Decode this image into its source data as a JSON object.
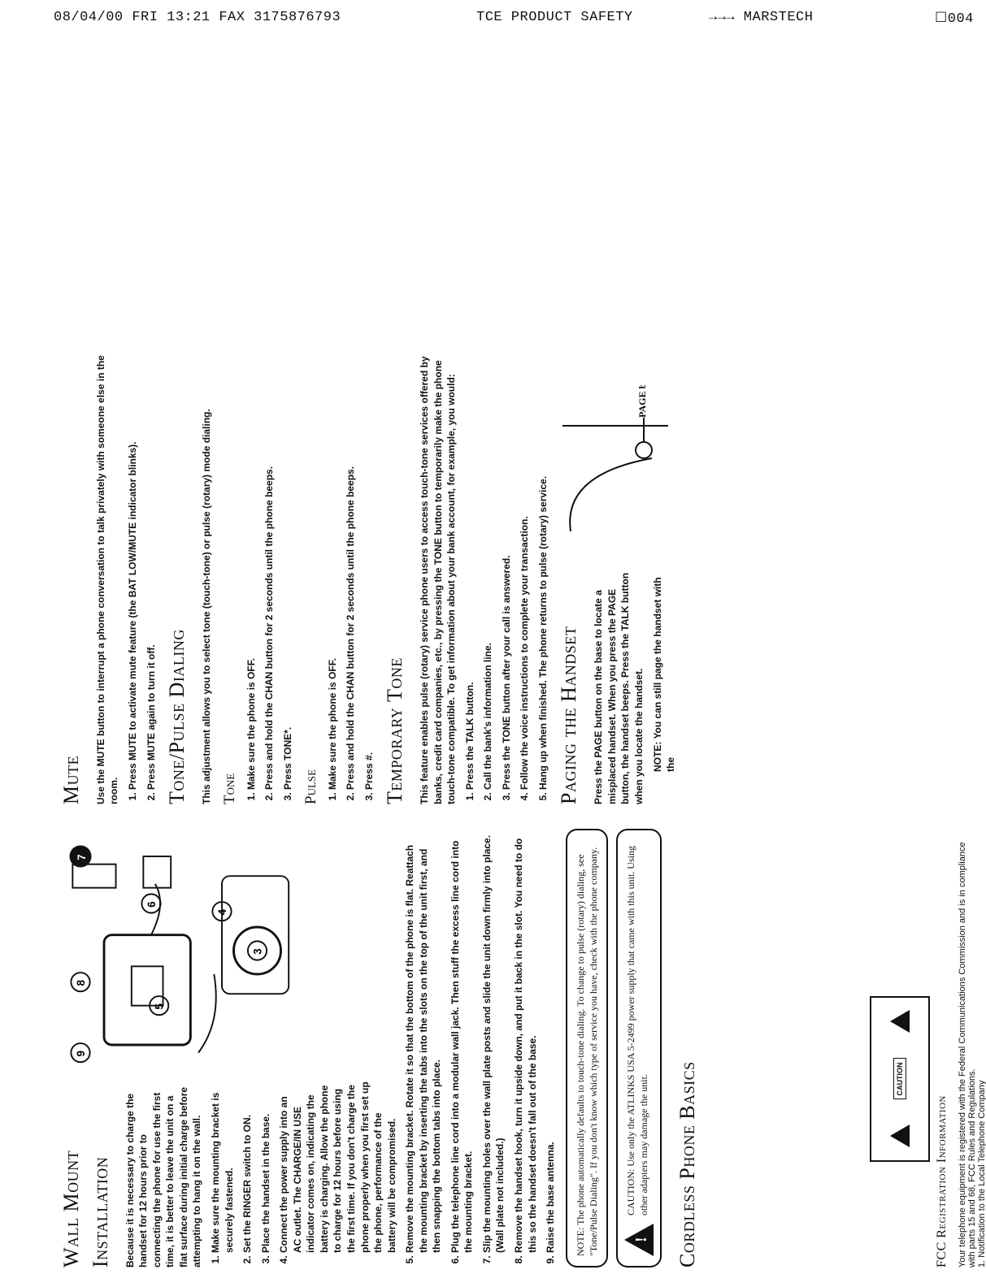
{
  "fax_header": {
    "left": "08/04/00  FRI 13:21 FAX 3175876793",
    "center": "TCE PRODUCT SAFETY",
    "right": "→→→ MARSTECH",
    "page": "☐004"
  },
  "wall_mount": {
    "title": "Wall Mount Installation",
    "intro": "Because it is necessary to charge the handset for 12 hours prior to connecting the phone for use the first time, it is better to leave the unit on a flat surface during initial charge before attempting to hang it on the wall.",
    "steps_a": [
      "Make sure the mounting bracket is securely fastened.",
      "Set the RINGER switch to ON.",
      "Place the handset in the base.",
      "Connect the power supply into an AC outlet. The CHARGE/IN USE indicator comes on, indicating the battery is charging. Allow the phone to charge for 12 hours before using the first time. If you don't charge the phone properly when you first set up the phone, performance of the battery will be compromised."
    ],
    "steps_b": [
      "Remove the mounting bracket. Rotate it so that the bottom of the phone is flat. Reattach the mounting bracket by inserting the tabs into the slots on the top of the unit first, and then snapping the bottom tabs into place.",
      "Plug the telephone line cord into a modular wall jack. Then stuff the excess line cord into the mounting bracket.",
      "Slip the mounting holes over the wall plate posts and slide the unit down firmly into place. (Wall plate not included.)",
      "Remove the handset hook, turn it upside down, and put it back in the slot. You need to do this so the handset doesn't fall out of the base.",
      "Raise the base antenna."
    ],
    "note": "NOTE: The phone automatically defaults to touch-tone dialing. To change to pulse (rotary) dialing, see \"Tone/Pulse Dialing\". If you don't know which type of service you have, check with the phone company.",
    "caution": "CAUTION: Use only the ATLINKS USA 5-2499 power supply that came with this unit. Using other adapters may damage the unit.",
    "callouts": [
      "9",
      "8",
      "5",
      "7",
      "6",
      "4",
      "3"
    ]
  },
  "cordless_basics": {
    "title": "Cordless Phone Basics"
  },
  "mute": {
    "title": "Mute",
    "intro": "Use the MUTE button to interrupt a phone conversation to talk privately with someone else in the room.",
    "steps": [
      "Press MUTE to activate mute feature (the BAT LOW/MUTE indicator blinks).",
      "Press MUTE again to turn it off."
    ]
  },
  "tone_pulse": {
    "title": "Tone/Pulse Dialing",
    "intro": "This adjustment allows you to select tone (touch-tone) or pulse (rotary) mode dialing.",
    "tone_title": "Tone",
    "tone_steps": [
      "Make sure the phone is OFF.",
      "Press and hold the CHAN button for 2 seconds until the phone beeps.",
      "Press TONE*."
    ],
    "pulse_title": "Pulse",
    "pulse_steps": [
      "Make sure the phone is OFF.",
      "Press and hold the CHAN button for 2 seconds until the phone beeps.",
      "Press #."
    ]
  },
  "temporary_tone": {
    "title": "Temporary Tone",
    "intro": "This feature enables pulse (rotary) service phone users to access touch-tone services offered by banks, credit card companies, etc., by pressing the TONE button to temporarily make the phone touch-tone compatible. To get information about your bank account, for example, you would:",
    "steps": [
      "Press the TALK button.",
      "Call the bank's information line.",
      "Press the TONE button after your call is answered.",
      "Follow the voice instructions to complete your transaction.",
      "Hang up when finished. The phone returns to pulse (rotary) service."
    ]
  },
  "paging": {
    "title": "Paging the Handset",
    "intro": "Press the PAGE button on the base to locate a misplaced handset. When you press the PAGE button, the handset beeps. Press the TALK button when you locate the handset.",
    "note": "NOTE: You can still page the handset with the",
    "figure_label": "PAGE button"
  },
  "fcc": {
    "title": "FCC Registration Information",
    "text": "Your telephone equipment is registered with the Federal Communications Commission and is in compliance with parts 15 and 68, FCC Rules and Regulations.",
    "item1": "1. Notification to the Local Telephone Company"
  },
  "caution_label": {
    "title": "CAUTION"
  }
}
